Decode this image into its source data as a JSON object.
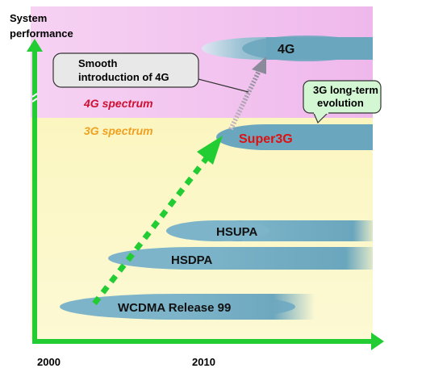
{
  "axis": {
    "y_label_line1": "System",
    "y_label_line2": "performance",
    "x_tick_start": "2000",
    "x_tick_mid": "2010"
  },
  "regions": {
    "upper_label": "4G spectrum",
    "lower_label": "3G spectrum"
  },
  "technologies": {
    "wcdma": "WCDMA Release 99",
    "hsdpa": "HSDPA",
    "hsupa": "HSUPA",
    "super3g": "Super3G",
    "g4": "4G"
  },
  "callouts": {
    "smooth_line1": "Smooth",
    "smooth_line2": "introduction of 4G",
    "evolution_line1": "3G long-term",
    "evolution_line2": "evolution"
  },
  "colors": {
    "upper_region": "#f2c3f0",
    "lower_region": "#fbf7c5",
    "bar": "#6aa7bf",
    "axis_green": "#22cc33",
    "upper_label_red": "#cc1133",
    "lower_label_orange": "#f0a020",
    "super3g_red": "#dd1111",
    "evolution_box": "#d2f7d2"
  }
}
